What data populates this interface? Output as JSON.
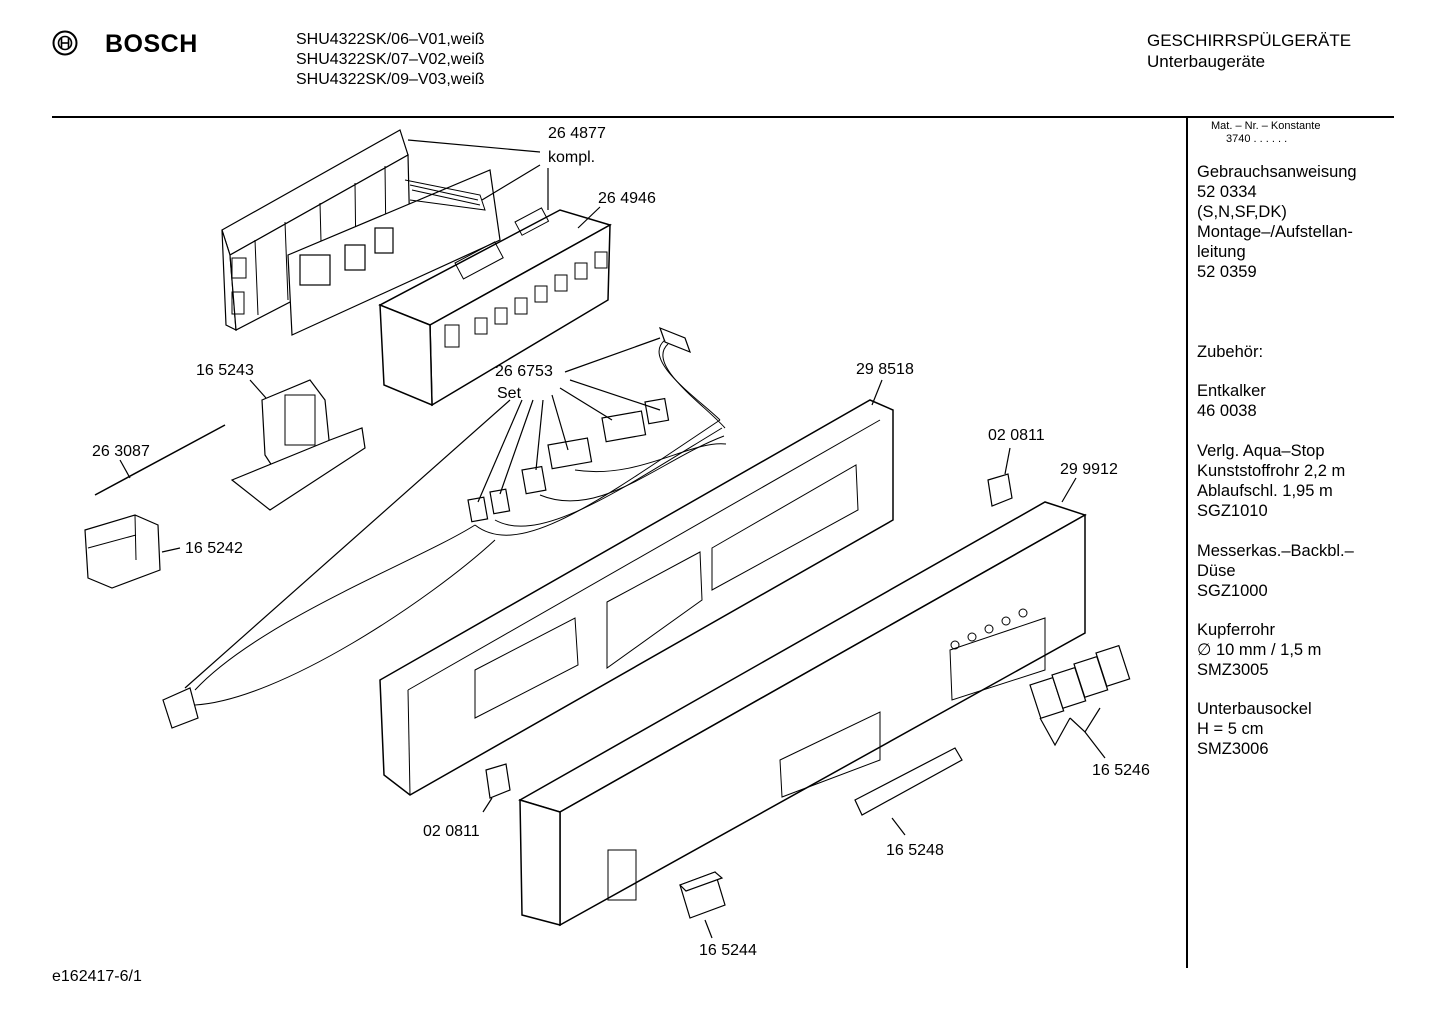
{
  "header": {
    "brand": "BOSCH",
    "models": [
      "SHU4322SK/06–V01,weiß",
      "SHU4322SK/07–V02,weiß",
      "SHU4322SK/09–V03,weiß"
    ],
    "category": "GESCHIRRSPÜLGERÄTE",
    "subcategory": "Unterbaugeräte"
  },
  "sidebar": {
    "constant_label": "Mat. – Nr. – Konstante",
    "constant_value": "3740 .  .  .  .  .  .",
    "blocks": [
      [
        "Gebrauchsanweisung",
        "52 0334",
        "(S,N,SF,DK)",
        "Montage–/Aufstellan-",
        "leitung",
        "52 0359"
      ],
      [
        "Zubehör:"
      ],
      [
        "Entkalker",
        "46 0038"
      ],
      [
        "Verlg. Aqua–Stop",
        "Kunststoffrohr 2,2 m",
        "Ablaufschl. 1,95 m",
        "SGZ1010"
      ],
      [
        "Messerkas.–Backbl.–",
        "Düse",
        "SGZ1000"
      ],
      [
        "Kupferrohr",
        "∅ 10 mm / 1,5 m",
        "SMZ3005"
      ],
      [
        "Unterbausockel",
        "H = 5 cm",
        "SMZ3006"
      ]
    ]
  },
  "parts": {
    "p264877": "26 4877",
    "p264877_sub": "kompl.",
    "p264946": "26 4946",
    "p266753": "26 6753",
    "p266753_sub": "Set",
    "p165243": "16 5243",
    "p263087": "26 3087",
    "p165242": "16 5242",
    "p298518": "29 8518",
    "p020811_top": "02 0811",
    "p299912": "29 9912",
    "p165246": "16 5246",
    "p165248": "16 5248",
    "p020811_bottom": "02 0811",
    "p165244": "16 5244"
  },
  "footer": {
    "doc_id": "e162417-6/1"
  }
}
